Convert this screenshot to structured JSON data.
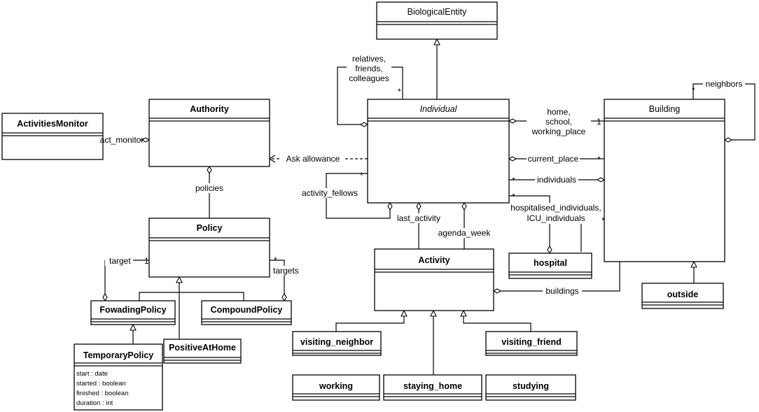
{
  "classes": {
    "biological_entity": "BiologicalEntity",
    "individual": "Individual",
    "building": "Building",
    "authority": "Authority",
    "activities_monitor": "ActivitiesMonitor",
    "policy": "Policy",
    "forwading_policy": "FowadingPolicy",
    "compound_policy": "CompoundPolicy",
    "positive_at_home": "PositiveAtHome",
    "temporary_policy": "TemporaryPolicy",
    "activity": "Activity",
    "hospital": "hospital",
    "outside": "outside",
    "visiting_neighbor": "visiting_neighbor",
    "visiting_friend": "visiting_friend",
    "working": "working",
    "staying_home": "staying_home",
    "studying": "studying"
  },
  "temporary_policy_attributes": [
    "start : date",
    "started : boolean",
    "finished : boolean",
    "duration : int"
  ],
  "labels": {
    "relatives": [
      "relatives,",
      "friends,",
      "colleagues"
    ],
    "home_school": [
      "home,",
      "school,",
      "working_place"
    ],
    "neighbors": "neighbors",
    "current_place": "current_place",
    "individuals": "individuals",
    "hospitalised": [
      "hospitalised_individuals,",
      "ICU_individuals"
    ],
    "ask_allowance": "Ask allowance",
    "act_monitor": "act_monitor",
    "policies": "policies",
    "activity_fellows": "activity_fellows",
    "last_activity": "last_activity",
    "agenda_week": "agenda_week",
    "buildings": "buildings",
    "target": "target",
    "targets": "targets"
  },
  "multiplicities": {
    "star": "*",
    "one": "1"
  }
}
